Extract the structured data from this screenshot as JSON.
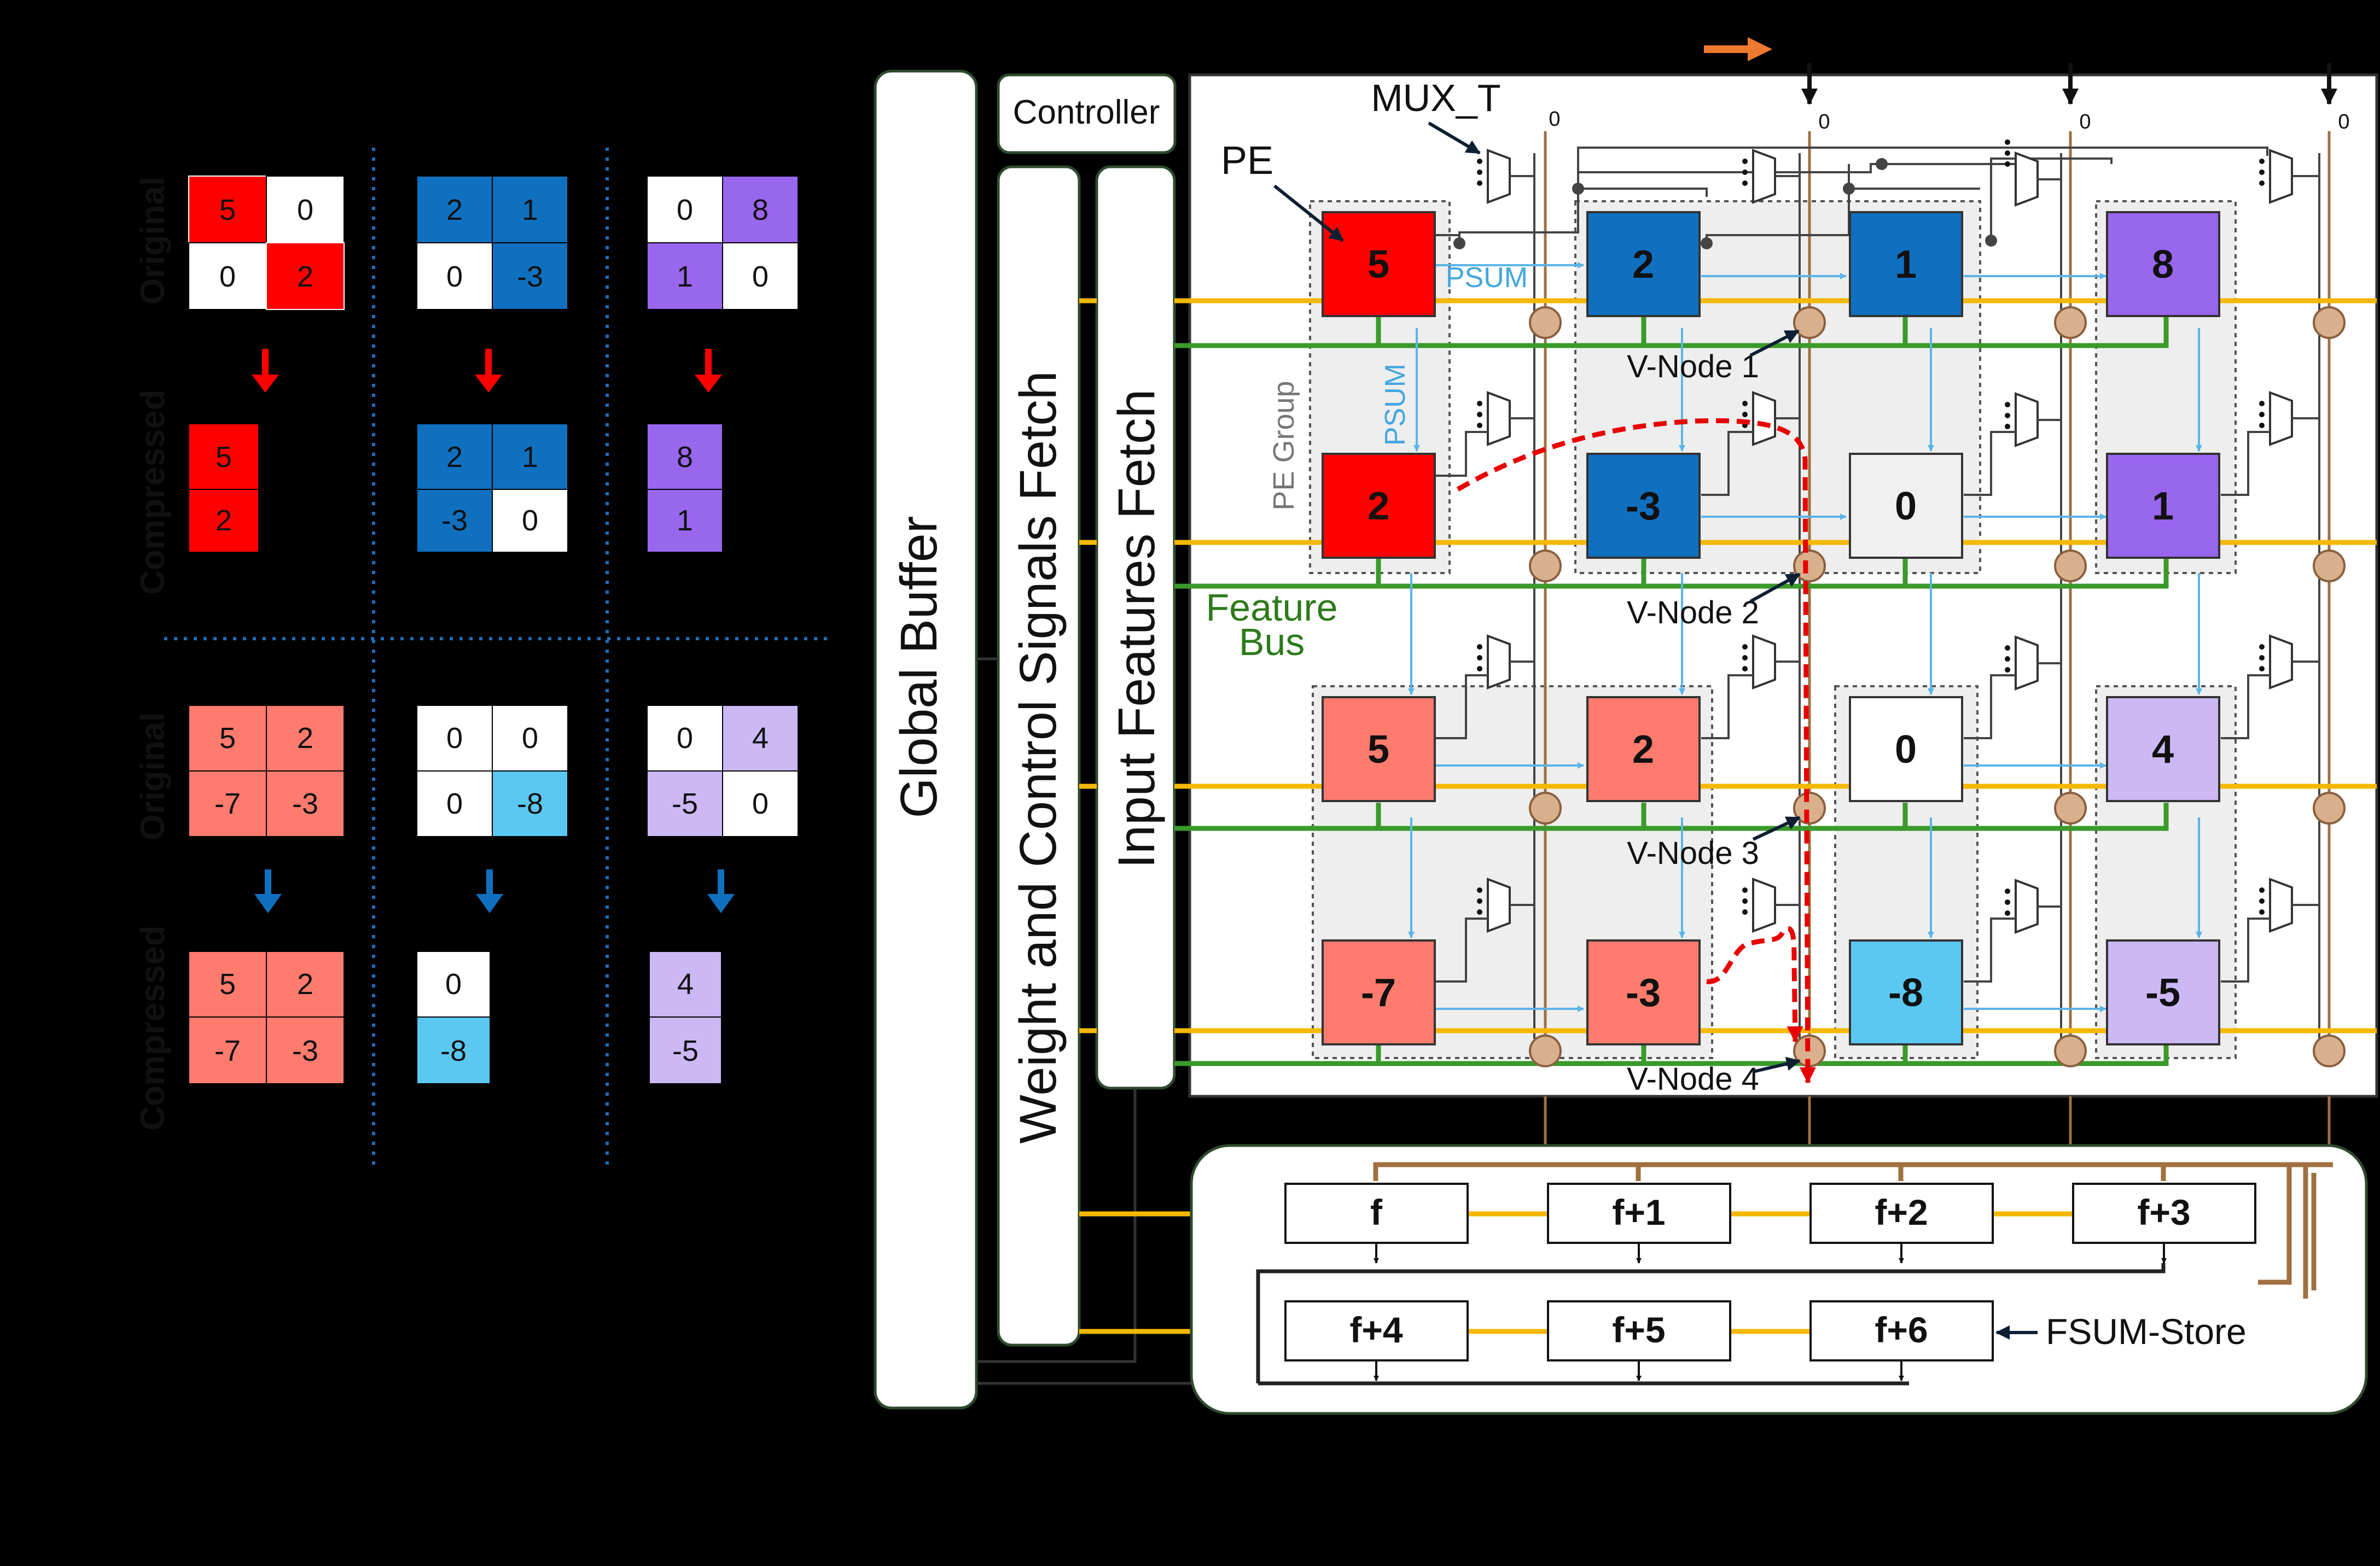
{
  "matrices": {
    "row_labels": {
      "original": "Original",
      "compressed": "Compressed"
    },
    "panels": [
      {
        "original": [
          "5",
          "0",
          "0",
          "2"
        ],
        "compressed": [
          "5",
          "2"
        ]
      },
      {
        "original": [
          "2",
          "1",
          "0",
          "-3"
        ],
        "compressed": [
          "2",
          "1",
          "-3",
          "0"
        ]
      },
      {
        "original": [
          "0",
          "8",
          "1",
          "0"
        ],
        "compressed": [
          "8",
          "1"
        ]
      },
      {
        "original": [
          "5",
          "2",
          "-7",
          "-3"
        ],
        "compressed": [
          "5",
          "2",
          "-7",
          "-3"
        ]
      },
      {
        "original": [
          "0",
          "0",
          "0",
          "-8"
        ],
        "compressed": [
          "0",
          "-8"
        ]
      },
      {
        "original": [
          "0",
          "4",
          "-5",
          "0"
        ],
        "compressed": [
          "4",
          "-5"
        ]
      }
    ]
  },
  "blocks": {
    "global_buffer": "Global Buffer",
    "weight_fetch": "Weight and Control Signals Fetch",
    "input_fetch": "Input Features Fetch",
    "controller": "Controller"
  },
  "array": {
    "labels": {
      "mux": "MUX_T",
      "pe": "PE",
      "psum_h": "PSUM",
      "psum_v": "PSUM",
      "pe_group": "PE Group",
      "feature_bus_1": "Feature",
      "feature_bus_2": "Bus",
      "vnode1": "V-Node 1",
      "vnode2": "V-Node 2",
      "vnode3": "V-Node 3",
      "vnode4": "V-Node 4",
      "zero": "0"
    },
    "pe_values": [
      [
        "5",
        "2",
        "1",
        "8"
      ],
      [
        "2",
        "-3",
        "0",
        "1"
      ],
      [
        "5",
        "2",
        "0",
        "4"
      ],
      [
        "-7",
        "-3",
        "-8",
        "-5"
      ]
    ]
  },
  "fsum": {
    "row1": [
      "f",
      "f+1",
      "f+2",
      "f+3"
    ],
    "row2": [
      "f+4",
      "f+5",
      "f+6"
    ],
    "store_label": "FSUM-Store"
  },
  "colors": {
    "red": "#ff0000",
    "blue": "#1070c0",
    "purple": "#9966ee",
    "salmon": "#ff7b6e",
    "light_blue": "#5bc8f2",
    "lavender": "#cbb8f5",
    "orange_bus": "#f5b800",
    "green_bus": "#3a9a2a",
    "brown": "#a07040",
    "dataflow_red": "#e80000"
  }
}
